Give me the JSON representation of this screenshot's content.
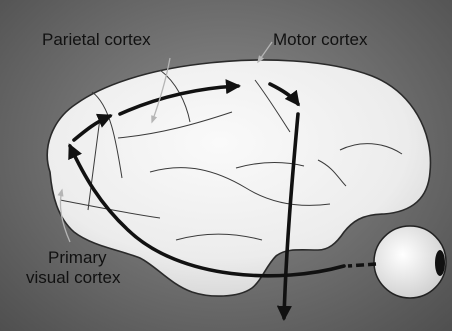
{
  "labels": {
    "parietal": "Parietal cortex",
    "motor": "Motor cortex",
    "visual_line1": "Primary",
    "visual_line2": "visual cortex"
  },
  "colors": {
    "background": "#6c6c6c",
    "brain_fill": "#eeeeee",
    "arrows": "#111111",
    "text": "#111111"
  }
}
